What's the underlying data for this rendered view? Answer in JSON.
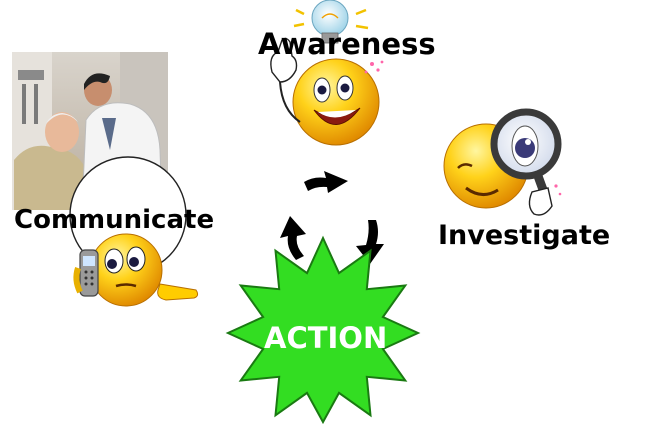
{
  "diagram": {
    "nodes": {
      "awareness": {
        "label": "Awareness",
        "icon": "smiley-lightbulb-icon"
      },
      "investigate": {
        "label": "Investigate",
        "icon": "smiley-magnifier-icon"
      },
      "communicate": {
        "label": "Communicate",
        "icon": "smiley-phone-icon",
        "photo": "doctor-patient-photo"
      },
      "action": {
        "label": "ACTION",
        "shape": "starburst"
      }
    },
    "cycle_arrows": [
      "awareness-to-investigate",
      "investigate-to-action",
      "action-to-communicate"
    ],
    "colors": {
      "action_fill": "#33dd22",
      "action_stroke": "#1a7a12",
      "smiley_fill": "#ffcc00",
      "arrow": "#000000",
      "background": "#ffffff"
    }
  }
}
